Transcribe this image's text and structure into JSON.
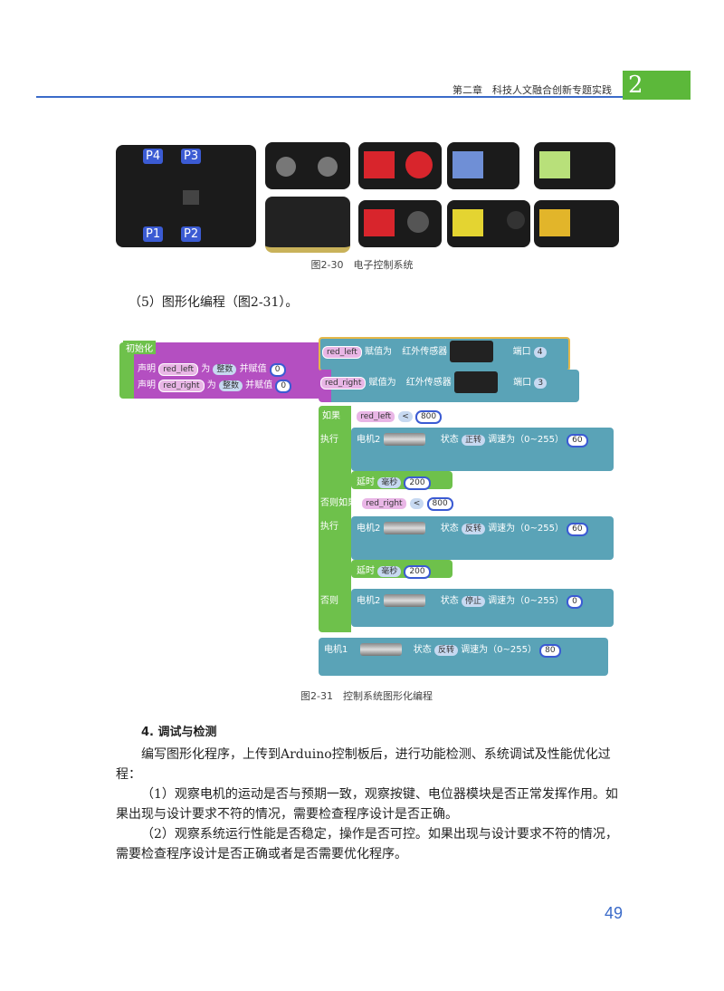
{
  "header": {
    "chapter": "第二章　科技人文融合创新专题实践",
    "chapter_num": "2"
  },
  "fig1": {
    "caption": "图2-30　电子控制系统",
    "labels": {
      "p4": "P4",
      "p3": "P3",
      "p1": "P1",
      "p2": "P2"
    },
    "colors": {
      "red": "#d8252c",
      "blue": "#6f8fd6",
      "green": "#b8e07a",
      "yellow": "#e4d431",
      "yellow2": "#e2b52a"
    }
  },
  "step5": "（5）图形化编程（图2-31）。",
  "blocks": {
    "init": "初始化",
    "decl1": {
      "label": "声明",
      "var": "red_left",
      "as": "为",
      "type": "整数",
      "assign": "并赋值",
      "val": "0"
    },
    "decl2": {
      "label": "声明",
      "var": "red_right",
      "as": "为",
      "type": "整数",
      "assign": "并赋值",
      "val": "0"
    },
    "assign1": {
      "var": "red_left",
      "op": "赋值为",
      "sensor": "红外传感器",
      "port_label": "端口",
      "port": "4"
    },
    "assign2": {
      "var": "red_right",
      "op": "赋值为",
      "sensor": "红外传感器",
      "port_label": "端口",
      "port": "3"
    },
    "if": {
      "label": "如果",
      "var": "red_left",
      "cmp": "<",
      "val": "800"
    },
    "exec": "执行",
    "motor_a": {
      "name": "电机2",
      "state_label": "状态",
      "state": "正转",
      "speed_label": "调速为（0~255）",
      "speed": "60"
    },
    "delay_a": {
      "label": "延时",
      "unit": "毫秒",
      "val": "200"
    },
    "elif": {
      "label": "否则如果",
      "var": "red_right",
      "cmp": "<",
      "val": "800"
    },
    "exec2": "执行",
    "motor_b": {
      "name": "电机2",
      "state_label": "状态",
      "state": "反转",
      "speed_label": "调速为（0~255）",
      "speed": "60"
    },
    "delay_b": {
      "label": "延时",
      "unit": "毫秒",
      "val": "200"
    },
    "else": "否则",
    "motor_c": {
      "name": "电机2",
      "state_label": "状态",
      "state": "停止",
      "speed_label": "调速为（0~255）",
      "speed": "0"
    },
    "motor_d": {
      "name": "电机1",
      "state_label": "状态",
      "state": "反转",
      "speed_label": "调速为（0~255）",
      "speed": "80"
    }
  },
  "fig2": {
    "caption": "图2-31　控制系统图形化编程"
  },
  "section4": {
    "title": "4. 调试与检测",
    "p1": "编写图形化程序，上传到Arduino控制板后，进行功能检测、系统调试及性能优化过程：",
    "p2": "（1）观察电机的运动是否与预期一致，观察按键、电位器模块是否正常发挥作用。如果出现与设计要求不符的情况，需要检查程序设计是否正确。",
    "p3": "（2）观察系统运行性能是否稳定，操作是否可控。如果出现与设计要求不符的情况，需要检查程序设计是否正确或者是否需要优化程序。"
  },
  "page_number": "49"
}
